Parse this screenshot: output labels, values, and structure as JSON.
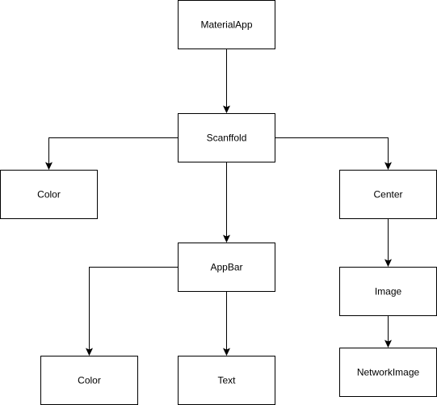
{
  "diagram": {
    "type": "tree",
    "nodes": [
      {
        "id": "materialapp",
        "label": "MaterialApp"
      },
      {
        "id": "scanffold",
        "label": "Scanffold"
      },
      {
        "id": "color_left",
        "label": "Color"
      },
      {
        "id": "center",
        "label": "Center"
      },
      {
        "id": "appbar",
        "label": "AppBar"
      },
      {
        "id": "image",
        "label": "Image"
      },
      {
        "id": "color_bottom",
        "label": "Color"
      },
      {
        "id": "text",
        "label": "Text"
      },
      {
        "id": "networkimage",
        "label": "NetworkImage"
      }
    ],
    "edges": [
      {
        "from": "materialapp",
        "to": "scanffold"
      },
      {
        "from": "scanffold",
        "to": "color_left"
      },
      {
        "from": "scanffold",
        "to": "appbar"
      },
      {
        "from": "scanffold",
        "to": "center"
      },
      {
        "from": "center",
        "to": "image"
      },
      {
        "from": "image",
        "to": "networkimage"
      },
      {
        "from": "appbar",
        "to": "color_bottom"
      },
      {
        "from": "appbar",
        "to": "text"
      }
    ]
  }
}
